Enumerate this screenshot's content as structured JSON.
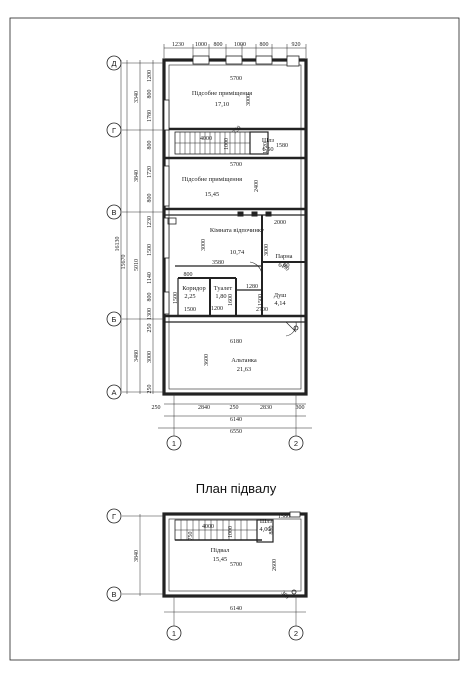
{
  "sheet": {
    "title": "План підвалу"
  },
  "axes": {
    "rows": [
      "Д",
      "Г",
      "В",
      "Б",
      "А"
    ],
    "cols": [
      "1",
      "2"
    ],
    "lower_rows": [
      "Г",
      "В"
    ],
    "lower_cols": [
      "1",
      "2"
    ]
  },
  "top_dims": [
    "1230",
    "1000",
    "800",
    "1000",
    "800",
    "920"
  ],
  "left_dims_inner": [
    "1200",
    "800",
    "1780",
    "800",
    "1720",
    "800",
    "1230",
    "1500",
    "1140",
    "800",
    "1300",
    "250",
    "3000",
    "250"
  ],
  "left_dims_mid": [
    "3340",
    "3840",
    "5010",
    "3480"
  ],
  "left_dims_outer": [
    "16130",
    "15670"
  ],
  "bottom_dims": {
    "row1": [
      "250",
      "2840",
      "250",
      "2830",
      "300"
    ],
    "row2": "6140",
    "row3": "6550"
  },
  "rooms": [
    {
      "name": "Підсобне приміщення",
      "area": "17,10"
    },
    {
      "name": "Шлз",
      "area": "6,50"
    },
    {
      "name": "Підсобне приміщення",
      "area": "15,45"
    },
    {
      "name": "Кімната відпочинку",
      "area": "10,74"
    },
    {
      "name": "Парна",
      "area": "6,00"
    },
    {
      "name": "Коридор",
      "area": "2,25"
    },
    {
      "name": "Туалет",
      "area": "1,80"
    },
    {
      "name": "Душ",
      "area": "4,14"
    },
    {
      "name": "Альтанка",
      "area": "21,63"
    }
  ],
  "inner_dims": {
    "d5700a": "5700",
    "d3000a": "3000",
    "d4000": "4000",
    "d1000": "1000",
    "d1720": "1720",
    "d1580": "1580",
    "d750": "750",
    "d5700b": "5700",
    "d2400": "2400",
    "d2000": "2000",
    "d3000b": "3000",
    "d3000c": "3000",
    "d3580": "3580",
    "d800": "800",
    "d1280": "1280",
    "d1500a": "1500",
    "d1600": "1600",
    "d1500b": "1500",
    "d1200": "1200",
    "d1500c": "1500",
    "d2700": "2700",
    "d300": "300",
    "d6180": "6180",
    "d3600": "3600"
  },
  "lower_plan": {
    "room": {
      "name": "Підвал",
      "area": "15,45"
    },
    "shaft": {
      "name": "Шлз",
      "area": "4,00"
    },
    "dims": {
      "d3840": "3840",
      "d5700": "5700",
      "d6140": "6140",
      "d4000": "4000",
      "d1000": "1000",
      "d1580": "1580",
      "d2600": "2600",
      "d880": "880",
      "d750": "750",
      "d300": "300"
    }
  }
}
